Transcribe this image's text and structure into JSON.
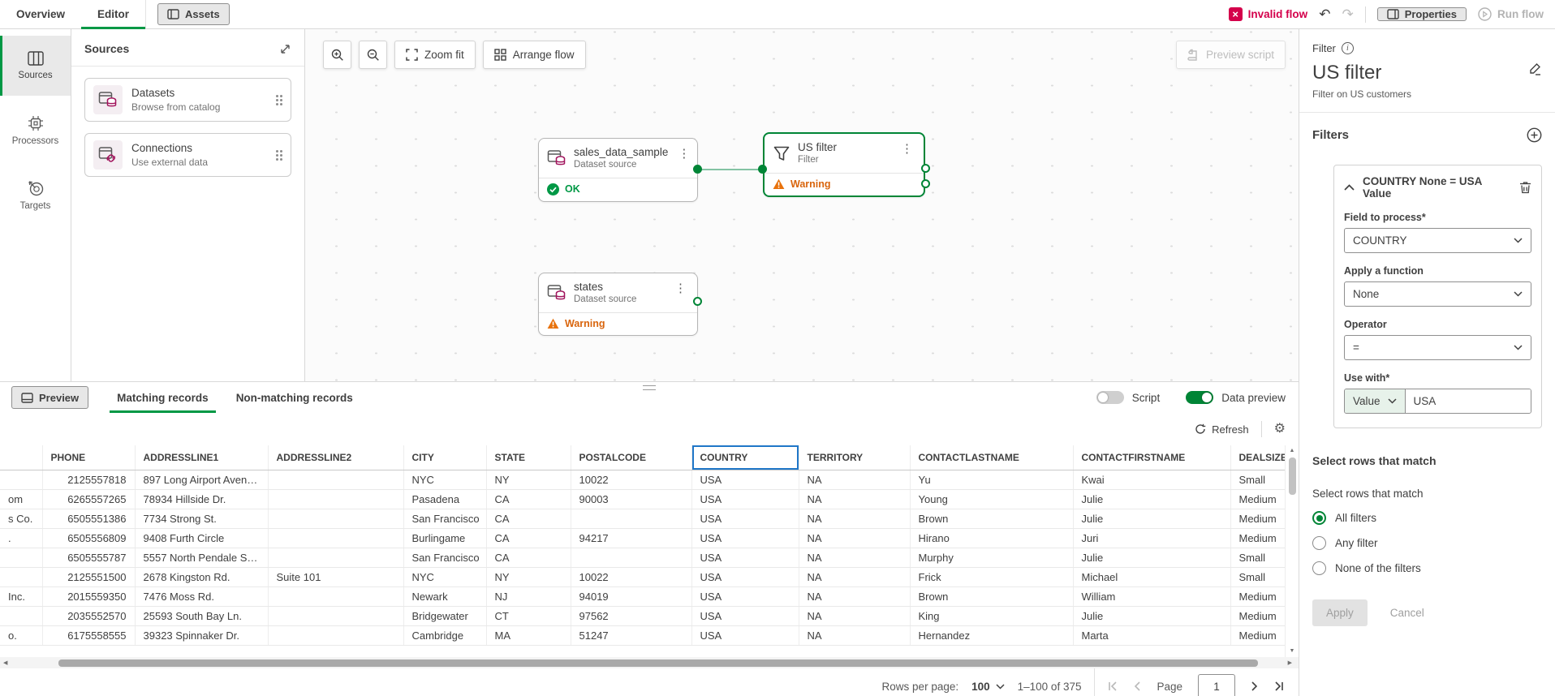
{
  "icons": {
    "kebab": "⋮",
    "gear": "⚙",
    "undo": "↶",
    "redo": "↷",
    "x": "×",
    "left_arrow": "◀",
    "right_arrow": "▶",
    "up_arrow": "▲",
    "down_arrow": "▼"
  },
  "colors": {
    "accent_green": "#009845",
    "selected_node_green": "#008536",
    "warning_orange": "#d9650d",
    "error_red": "#d4004b",
    "selected_column_blue": "#2077c8",
    "dataset_magenta": "#a1135c"
  },
  "topbar": {
    "tabs": [
      {
        "label": "Overview",
        "active": false
      },
      {
        "label": "Editor",
        "active": true
      }
    ],
    "assets_label": "Assets",
    "status_label": "Invalid flow",
    "properties_label": "Properties",
    "run_flow_label": "Run flow"
  },
  "left_rail": {
    "items": [
      {
        "label": "Sources",
        "active": true
      },
      {
        "label": "Processors",
        "active": false
      },
      {
        "label": "Targets",
        "active": false
      }
    ]
  },
  "sources_panel": {
    "title": "Sources",
    "cards": [
      {
        "title": "Datasets",
        "subtitle": "Browse from catalog"
      },
      {
        "title": "Connections",
        "subtitle": "Use external data"
      }
    ]
  },
  "canvas": {
    "toolbar": {
      "zoom_fit": "Zoom fit",
      "arrange": "Arrange flow",
      "preview_script": "Preview script"
    },
    "nodes": [
      {
        "title": "sales_data_sample",
        "subtitle": "Dataset source",
        "status": "OK",
        "status_type": "ok",
        "selected": false
      },
      {
        "title": "US filter",
        "subtitle": "Filter",
        "status": "Warning",
        "status_type": "warning",
        "selected": true
      },
      {
        "title": "states",
        "subtitle": "Dataset source",
        "status": "Warning",
        "status_type": "warning",
        "selected": false
      }
    ]
  },
  "preview_panel": {
    "preview_label": "Preview",
    "tabs": [
      {
        "label": "Matching records",
        "active": true
      },
      {
        "label": "Non-matching records",
        "active": false
      }
    ],
    "script_toggle": {
      "label": "Script",
      "on": false
    },
    "data_preview_toggle": {
      "label": "Data preview",
      "on": true
    },
    "refresh_label": "Refresh",
    "table": {
      "columns": [
        "",
        "PHONE",
        "ADDRESSLINE1",
        "ADDRESSLINE2",
        "CITY",
        "STATE",
        "POSTALCODE",
        "COUNTRY",
        "TERRITORY",
        "CONTACTLASTNAME",
        "CONTACTFIRSTNAME",
        "DEALSIZE"
      ],
      "selected_column": "COUNTRY",
      "rows": [
        [
          "",
          "2125557818",
          "897 Long Airport Aven…",
          "",
          "NYC",
          "NY",
          "10022",
          "USA",
          "NA",
          "Yu",
          "Kwai",
          "Small"
        ],
        [
          "om",
          "6265557265",
          "78934 Hillside Dr.",
          "",
          "Pasadena",
          "CA",
          "90003",
          "USA",
          "NA",
          "Young",
          "Julie",
          "Medium"
        ],
        [
          "s Co.",
          "6505551386",
          "7734 Strong St.",
          "",
          "San Francisco",
          "CA",
          "",
          "USA",
          "NA",
          "Brown",
          "Julie",
          "Medium"
        ],
        [
          ".",
          "6505556809",
          "9408 Furth Circle",
          "",
          "Burlingame",
          "CA",
          "94217",
          "USA",
          "NA",
          "Hirano",
          "Juri",
          "Medium"
        ],
        [
          "",
          "6505555787",
          "5557 North Pendale S…",
          "",
          "San Francisco",
          "CA",
          "",
          "USA",
          "NA",
          "Murphy",
          "Julie",
          "Small"
        ],
        [
          "",
          "2125551500",
          "2678 Kingston Rd.",
          "Suite 101",
          "NYC",
          "NY",
          "10022",
          "USA",
          "NA",
          "Frick",
          "Michael",
          "Small"
        ],
        [
          "Inc.",
          "2015559350",
          "7476 Moss Rd.",
          "",
          "Newark",
          "NJ",
          "94019",
          "USA",
          "NA",
          "Brown",
          "William",
          "Medium"
        ],
        [
          "",
          "2035552570",
          "25593 South Bay Ln.",
          "",
          "Bridgewater",
          "CT",
          "97562",
          "USA",
          "NA",
          "King",
          "Julie",
          "Medium"
        ],
        [
          "o.",
          "6175558555",
          "39323 Spinnaker Dr.",
          "",
          "Cambridge",
          "MA",
          "51247",
          "USA",
          "NA",
          "Hernandez",
          "Marta",
          "Medium"
        ]
      ]
    },
    "pagination": {
      "rows_per_page_label": "Rows per page:",
      "rows_per_page": "100",
      "range": "1–100 of 375",
      "page_label": "Page",
      "page": "1"
    }
  },
  "properties_panel": {
    "type_label": "Filter",
    "title": "US filter",
    "description": "Filter on US customers",
    "filters_heading": "Filters",
    "filter_rule": {
      "summary": "COUNTRY None = USA Value",
      "field_to_process": {
        "label": "Field to process*",
        "value": "COUNTRY"
      },
      "apply_function": {
        "label": "Apply a function",
        "value": "None"
      },
      "operator": {
        "label": "Operator",
        "value": "="
      },
      "use_with": {
        "label": "Use with*",
        "selector": "Value",
        "value": "USA"
      }
    },
    "match_section": {
      "heading": "Select rows that match",
      "label": "Select rows that match",
      "options": [
        {
          "label": "All filters",
          "selected": true
        },
        {
          "label": "Any filter",
          "selected": false
        },
        {
          "label": "None of the filters",
          "selected": false
        }
      ],
      "apply_label": "Apply",
      "cancel_label": "Cancel"
    }
  }
}
